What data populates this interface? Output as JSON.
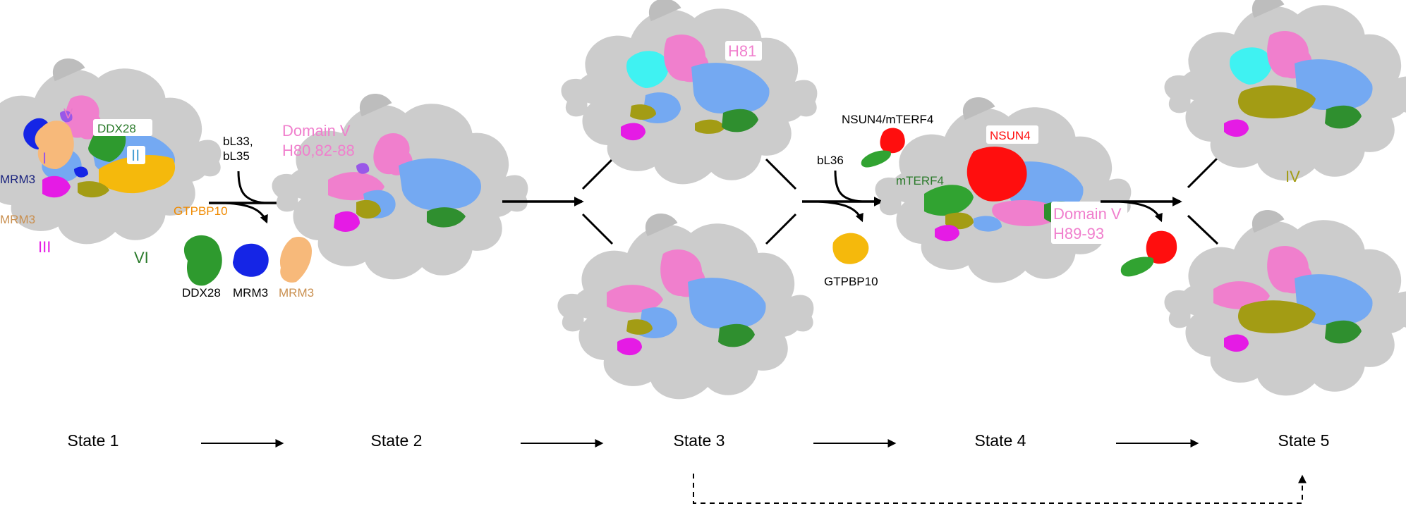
{
  "colors": {
    "background": "#ffffff",
    "subunit_grey": "#cccccc",
    "domain_V_pink": "#f07fcd",
    "domain_II_blue": "#74a9f2",
    "domain_III_magenta": "#e51be5",
    "domain_IV_olive": "#a39c14",
    "domain_VI_green": "#2f8f2f",
    "domain_I_purple": "#9958e8",
    "H81_cyan": "#3ff2f2",
    "DDX28_green": "#2e9a2e",
    "MRM3_blue": "#1525e6",
    "MRM3_orange": "#f7b97a",
    "GTPBP10_gold": "#f5b90c",
    "NSUN4_red": "#ff0e0e",
    "mTERF4_green": "#31a331",
    "arrow": "#000000"
  },
  "states": [
    "State 1",
    "State 2",
    "State 3",
    "State 4",
    "State 5"
  ],
  "labels": {
    "s1_V": "V",
    "s1_DDX28": "DDX28",
    "s1_I": "I",
    "s1_II": "II",
    "s1_MRM3_blue": "MRM3",
    "s1_MRM3_orange": "MRM3",
    "s1_GTPBP10": "GTPBP10",
    "s1_III": "III",
    "s1_VI": "VI",
    "step1_added": "bL33,\nbL35",
    "step1_released_DDX28": "DDX28",
    "step1_released_MRM3_blue": "MRM3",
    "step1_released_MRM3_orange": "MRM3",
    "s2_domain": "Domain V\nH80,82-88",
    "s3_H81": "H81",
    "step3_complex": "NSUN4/mTERF4",
    "step3_added": "bL36",
    "step3_released": "GTPBP10",
    "s4_NSUN4": "NSUN4",
    "s4_mTERF4": "mTERF4",
    "s4_domain": "Domain V\nH89-93",
    "s5_IV": "IV"
  },
  "icons": {
    "pathway_arrow": "arrow-right-icon",
    "branch": "branch-lines",
    "curved_release": "curved-arrow-icon",
    "dashed_bypass": "dashed-elbow-arrow-icon"
  }
}
